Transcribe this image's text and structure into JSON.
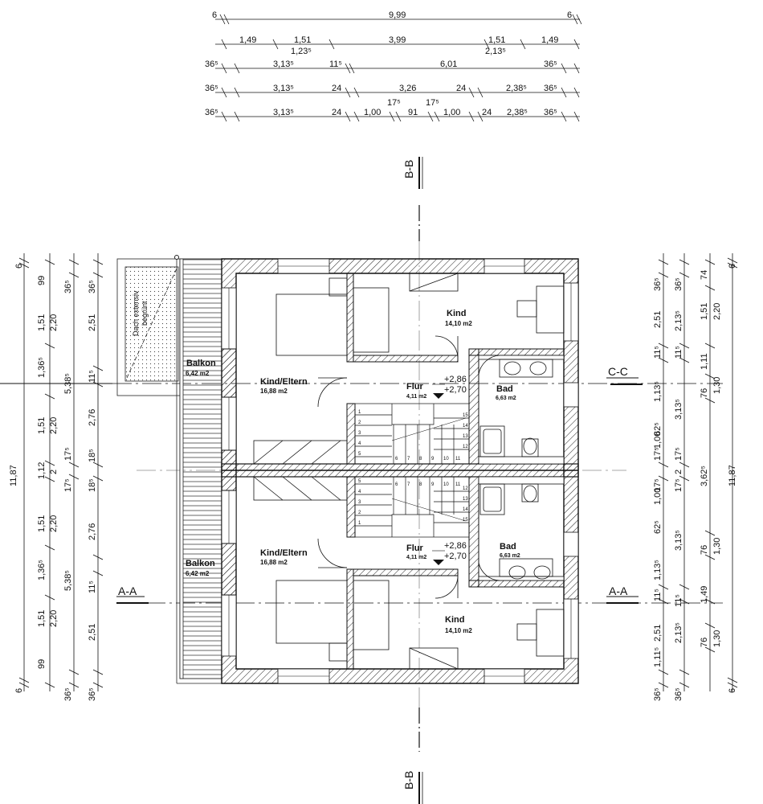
{
  "plan": {
    "top_dims": {
      "row1": [
        "6",
        "9,99",
        "6"
      ],
      "row2": [
        "1,49",
        "1,51",
        "1,23⁵",
        "3,99",
        "1,51",
        "2,13⁵",
        "1,49"
      ],
      "row3": [
        "36⁵",
        "3,13⁵",
        "11⁵",
        "6,01",
        "36⁵"
      ],
      "row4": [
        "36⁵",
        "3,13⁵",
        "24",
        "3,26",
        "24",
        "2,38⁵",
        "36⁵"
      ],
      "row5": [
        "36⁵",
        "3,13⁵",
        "24",
        "1,00",
        "17⁵",
        "91",
        "17⁵",
        "1,00",
        "24",
        "2,38⁵",
        "36⁵"
      ]
    },
    "left_dims": {
      "col1": [
        "6",
        "99",
        "1,51",
        "1,36⁵",
        "1,51",
        "1,12",
        "1,51",
        "1,36⁵",
        "1,51",
        "99",
        "6",
        "11,87"
      ],
      "col2": [
        "2,20",
        "2,20",
        "2",
        "2,20",
        "2,20"
      ],
      "col3": [
        "36⁵",
        "5,38⁵",
        "17⁵",
        "17⁵",
        "5,38⁵",
        "36⁵"
      ],
      "col4": [
        "36⁵",
        "2,51",
        "11⁵",
        "2,76",
        "18⁵",
        "18⁵",
        "2,76",
        "11⁵",
        "2,51",
        "36⁵"
      ]
    },
    "right_dims": {
      "col1": [
        "36⁵",
        "2,51",
        "11⁵",
        "1,13⁵",
        "1,00",
        "17⁵",
        "17⁵",
        "1,00",
        "62⁵",
        "1,13⁵",
        "11⁵",
        "2,51",
        "1,11⁵",
        "36⁵",
        "62⁵"
      ],
      "col2": [
        "36⁵",
        "2,13⁵",
        "11⁵",
        "3,13⁵",
        "17⁵",
        "2",
        "17⁵",
        "3,13⁵",
        "11⁵",
        "2,13⁵",
        "36⁵"
      ],
      "col3": [
        "74",
        "1,51",
        "1,11",
        "76",
        "3,62⁵",
        "76",
        "1,49",
        "76"
      ],
      "col4": [
        "2,20",
        "1,30",
        "1,30",
        "1,30"
      ],
      "col5": [
        "6",
        "11,87",
        "6"
      ]
    },
    "sections": {
      "bb_top": "B-B",
      "bb_bottom": "B-B",
      "cc": "C-C",
      "aa_left": "A-A",
      "aa_right": "A-A"
    },
    "roof_note": "Dach extensiv\nbegrünt",
    "rooms": [
      {
        "name": "Kind",
        "area": "14,10 m2"
      },
      {
        "name": "Kind/Eltern",
        "area": "16,88 m2"
      },
      {
        "name": "Balkon",
        "area": "6,42 m2"
      },
      {
        "name": "Flur",
        "area": "4,11 m2"
      },
      {
        "name": "Bad",
        "area": "6,63 m2"
      },
      {
        "name": "Kind/Eltern",
        "area": "16,88 m2"
      },
      {
        "name": "Balkon",
        "area": "6,42 m2"
      },
      {
        "name": "Flur",
        "area": "4,11 m2"
      },
      {
        "name": "Bad",
        "area": "6,63 m2"
      },
      {
        "name": "Kind",
        "area": "14,10 m2"
      }
    ],
    "levels": {
      "upper_top": "+2,86",
      "upper_bottom": "+2,70",
      "lower_top": "+2,86",
      "lower_bottom": "+2,70"
    },
    "stair_top_numbers": [
      "1",
      "2",
      "3",
      "4",
      "5",
      "6",
      "7",
      "8",
      "9",
      "10",
      "11",
      "12",
      "13",
      "14",
      "15"
    ],
    "stair_bottom_numbers": [
      "1",
      "2",
      "3",
      "4",
      "5",
      "6",
      "7",
      "8",
      "9",
      "10",
      "11",
      "12",
      "13",
      "14",
      "15"
    ]
  }
}
